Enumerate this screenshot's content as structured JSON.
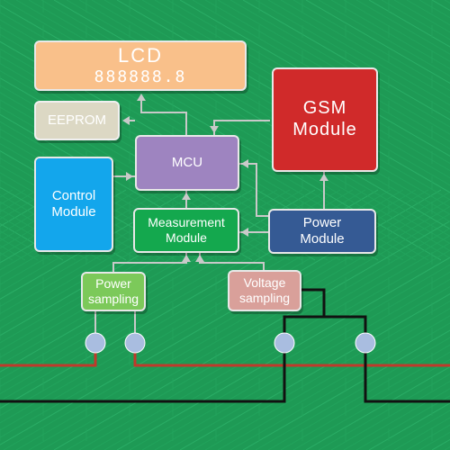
{
  "blocks": {
    "lcd": {
      "line1": "LCD",
      "line2": "888888.8"
    },
    "eeprom": {
      "label": "EEPROM"
    },
    "mcu": {
      "label": "MCU"
    },
    "gsm": {
      "line1": "GSM",
      "line2": "Module"
    },
    "control": {
      "line1": "Control",
      "line2": "Module"
    },
    "measurement": {
      "line1": "Measurement",
      "line2": "Module"
    },
    "power": {
      "line1": "Power",
      "line2": "Module"
    },
    "power_sampling": {
      "line1": "Power",
      "line2": "sampling"
    },
    "voltage_sampling": {
      "line1": "Voltage",
      "line2": "sampling"
    }
  },
  "colors": {
    "background": "#1e9a55",
    "lcd": "#f9c08a",
    "eeprom": "#dcd8c4",
    "mcu": "#9e84c0",
    "gsm": "#d02a2a",
    "control": "#13a6ec",
    "measurement": "#14a84e",
    "power": "#355a94",
    "power_sampling": "#7cc95a",
    "voltage_sampling": "#d9a09a",
    "connection_node": "#a9bde0"
  }
}
